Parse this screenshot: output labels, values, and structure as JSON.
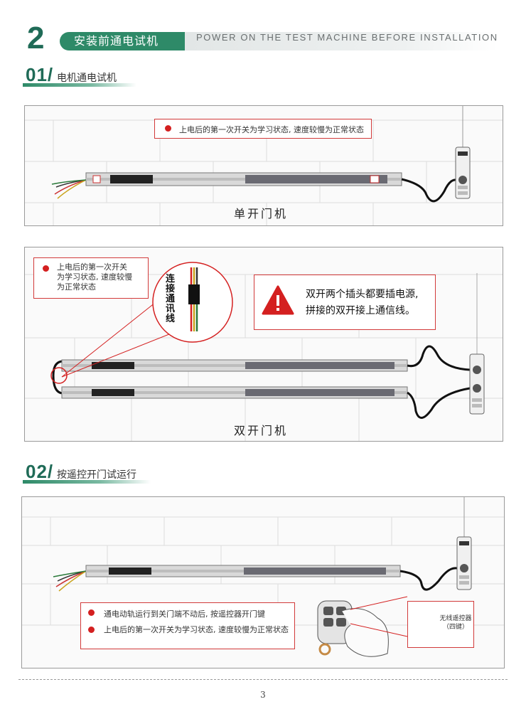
{
  "header": {
    "chapter_number": "2",
    "chapter_title": "安装前通电试机",
    "chapter_title_en": "POWER ON THE TEST MACHINE BEFORE INSTALLATION"
  },
  "section1": {
    "number": "01/",
    "title": "电机通电试机",
    "panel1": {
      "note": "上电后的第一次开关为学习状态, 速度较慢为正常状态",
      "caption": "单开门机"
    },
    "panel2": {
      "note_lines": [
        "上电后的第一次开关",
        "为学习状态, 速度较慢",
        "为正常状态"
      ],
      "connector_label": [
        "连",
        "接",
        "通",
        "讯",
        "线"
      ],
      "warning_lines": [
        "双开两个插头都要插电源,",
        "拼接的双开接上通信线。"
      ],
      "caption": "双开门机"
    }
  },
  "section2": {
    "number": "02/",
    "title": "按遥控开门试运行",
    "panel3": {
      "notes": [
        "通电动轨运行到关门端不动后, 按遥控器开门键",
        "上电后的第一次开关为学习状态, 速度较慢为正常状态"
      ],
      "remote_label_lines": [
        "无线遥控器",
        "（四键）"
      ]
    }
  },
  "page_number": "3",
  "colors": {
    "brand_green": "#2e8a68",
    "dark_green": "#1f6b57",
    "alert_red": "#d42020"
  },
  "icons": [
    "warning-triangle-icon",
    "red-bullet-icon",
    "remote-control-icon",
    "power-strip-icon"
  ]
}
